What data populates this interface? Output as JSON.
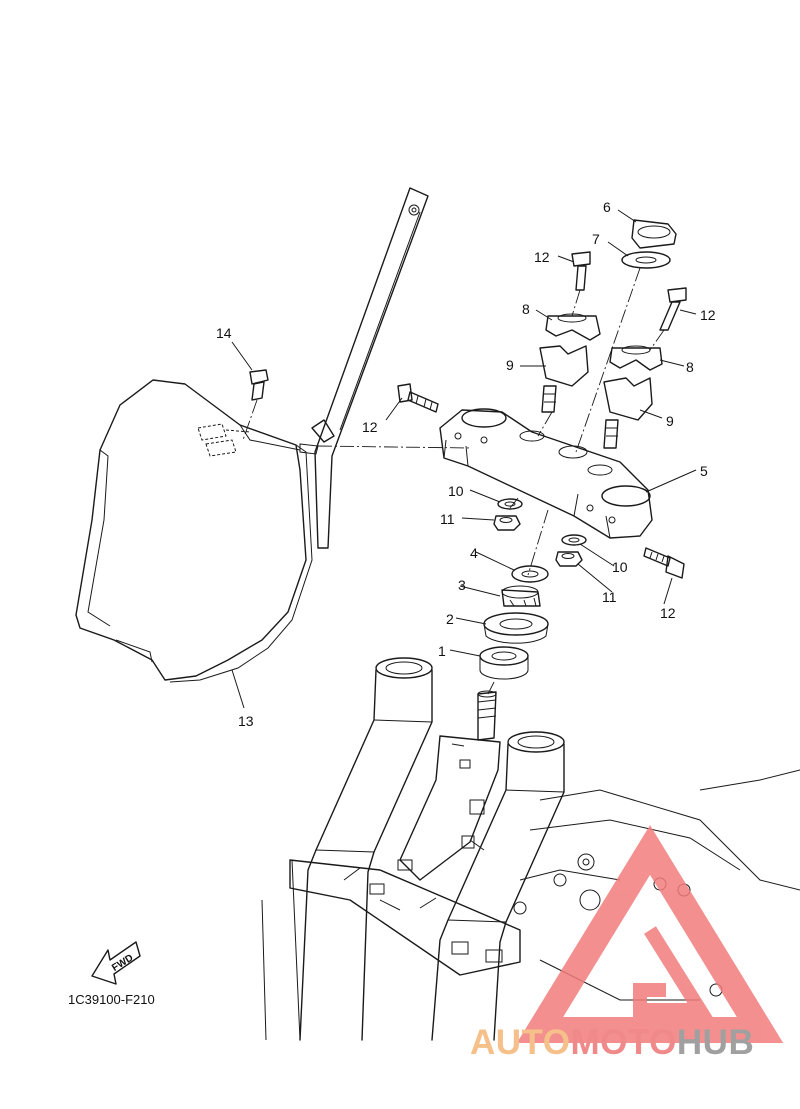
{
  "diagram_code": "1C39100-F210",
  "fwd_label": "FWD",
  "callouts": [
    {
      "id": "p1",
      "num": "1"
    },
    {
      "id": "p2",
      "num": "2"
    },
    {
      "id": "p3",
      "num": "3"
    },
    {
      "id": "p4",
      "num": "4"
    },
    {
      "id": "p5",
      "num": "5"
    },
    {
      "id": "p6",
      "num": "6"
    },
    {
      "id": "p7",
      "num": "7"
    },
    {
      "id": "p8a",
      "num": "8"
    },
    {
      "id": "p8b",
      "num": "8"
    },
    {
      "id": "p9a",
      "num": "9"
    },
    {
      "id": "p9b",
      "num": "9"
    },
    {
      "id": "p10a",
      "num": "10"
    },
    {
      "id": "p10b",
      "num": "10"
    },
    {
      "id": "p11a",
      "num": "11"
    },
    {
      "id": "p11b",
      "num": "11"
    },
    {
      "id": "p12a",
      "num": "12"
    },
    {
      "id": "p12b",
      "num": "12"
    },
    {
      "id": "p12c",
      "num": "12"
    },
    {
      "id": "p12d",
      "num": "12"
    },
    {
      "id": "p13",
      "num": "13"
    },
    {
      "id": "p14",
      "num": "14"
    }
  ],
  "watermark": {
    "part1": "AUTO",
    "part2": "MOTO",
    "part3": "HUB",
    "color1": "#f5c08a",
    "color2": "#f08a8a",
    "color3": "#a0a0a0",
    "triangle_color": "#f27c7c"
  }
}
